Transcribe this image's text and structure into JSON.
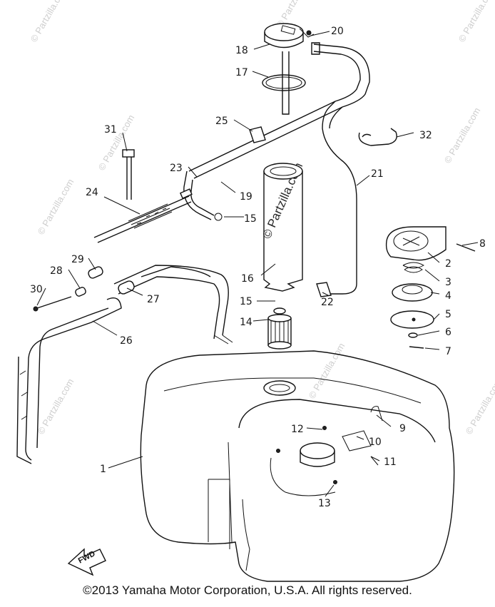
{
  "diagram": {
    "callouts": [
      "1",
      "2",
      "3",
      "4",
      "5",
      "6",
      "7",
      "8",
      "9",
      "10",
      "11",
      "12",
      "13",
      "14",
      "15",
      "15",
      "16",
      "17",
      "18",
      "19",
      "20",
      "21",
      "22",
      "23",
      "24",
      "25",
      "26",
      "27",
      "28",
      "29",
      "30",
      "31",
      "32"
    ],
    "direction_marker": "FWD",
    "watermark_text": "© Partzilla.com"
  },
  "footer": {
    "copyright": "©2013 Yamaha Motor Corporation, U.S.A. All rights reserved."
  }
}
